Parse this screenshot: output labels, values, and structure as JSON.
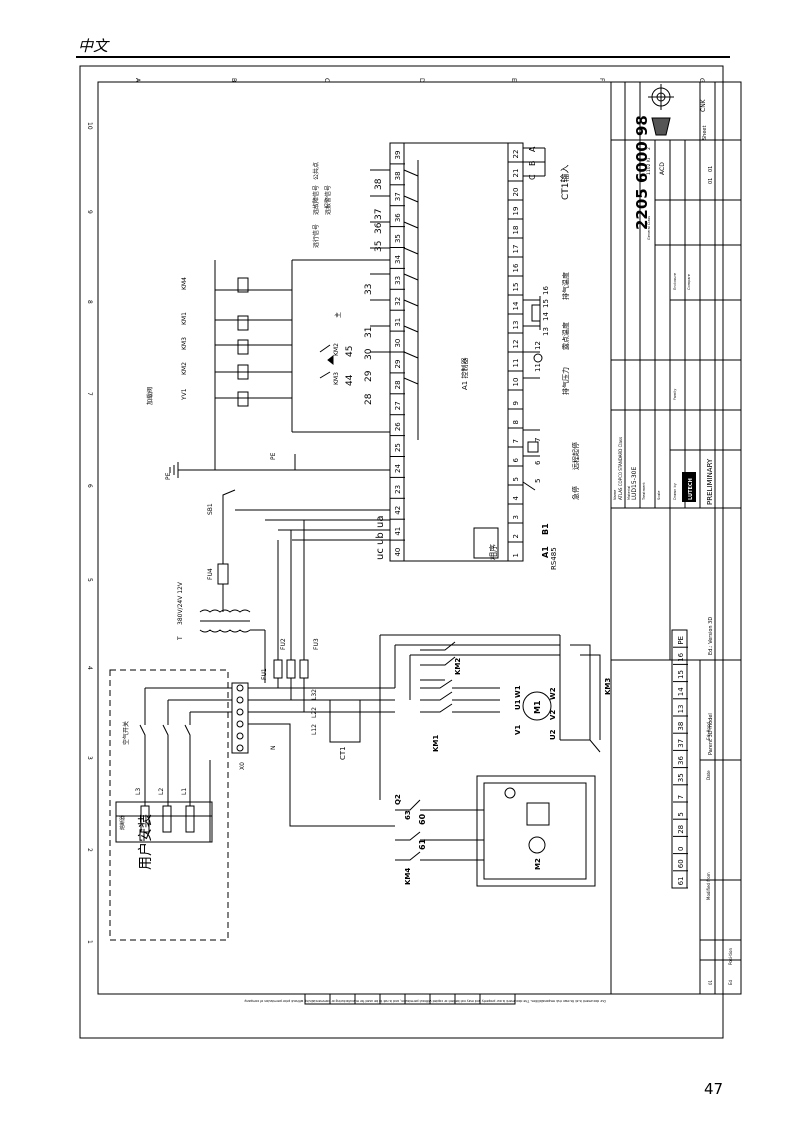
{
  "header": {
    "language": "中文"
  },
  "page": {
    "number": "47"
  },
  "grid": {
    "columns": [
      "A",
      "B",
      "C",
      "D",
      "E",
      "F",
      "G"
    ],
    "rows": [
      "10",
      "9",
      "8",
      "7",
      "6",
      "5",
      "4",
      "3",
      "2",
      "1"
    ]
  },
  "title_block": {
    "doc_number": "2205 6000 98",
    "model": "LUD15-30E",
    "preliminary": "PRELIMINARY",
    "standard": "ATLAS COPCO STANDARD Class",
    "brand": "LUTECH",
    "scale": "1102 Ki",
    "scale_value": "2",
    "doc_class": "ACD",
    "sheet_label": "Sheet",
    "sheet_value": "01",
    "sheet_total": "01",
    "drawing_owner": "CNK",
    "edition": "Ed.: Version 3D",
    "parent": "Parent 3D model",
    "date_label": "Date",
    "approved_label": "Ed: Appd.",
    "modified_label": "Modified from",
    "ed_label": "Ed",
    "pos_label": "Posi-tion",
    "ed_value": "01",
    "treatment": "Treatment",
    "material": "Material",
    "name_label": "Name",
    "scale_label": "Scale",
    "drawn_by": "Drawn by",
    "family": "Family",
    "general_class": "General Class",
    "enclosure": "Enclosure",
    "compare": "Compare",
    "conf_note": "Our document is at its own risk responsibilities. The document is our property and may not be lent or copied without permission, and is not to be used for manufacturing or commercialising without prior permission of company."
  },
  "terminals": {
    "row": [
      "40",
      "41",
      "42",
      "23",
      "24",
      "25",
      "26",
      "27",
      "28",
      "29",
      "30",
      "31",
      "32",
      "33",
      "34",
      "35",
      "36",
      "37",
      "38",
      "39"
    ],
    "row_bottom": [
      "1",
      "2",
      "3",
      "4",
      "5",
      "6",
      "7",
      "8",
      "9",
      "10",
      "11",
      "12",
      "13",
      "14",
      "15",
      "16",
      "17",
      "18",
      "19",
      "20",
      "21",
      "22"
    ],
    "strip": [
      "61",
      "60",
      "0",
      "28",
      "5",
      "7",
      "35",
      "36",
      "37",
      "38",
      "13",
      "14",
      "15",
      "16",
      "PE"
    ]
  },
  "labels": {
    "controller": "A1 控制器",
    "phase_seq": "相序",
    "rs485": "RS485",
    "a1": "A1",
    "b1": "B1",
    "ct1_input": "CT1输入",
    "phase_a": "A",
    "phase_b": "B",
    "phase_c": "C",
    "uc": "uc",
    "ub": "ub",
    "ua": "ua",
    "remote_run": "远行信号",
    "fault_signal": "远故障信号",
    "alarm_signal": "远报警信号",
    "common": "公共点",
    "estop": "急停",
    "remote_start": "远程起停",
    "exh_pressure": "排气压力",
    "dew_temp": "露点温度",
    "exh_temp": "排气温度",
    "load_valve": "加载阀",
    "main": "主",
    "pe": "PE",
    "user_install": "用户安装",
    "air_switch": "空气开关",
    "fuse_block": "熔断器",
    "transformer": "380V/24V 12V",
    "transformer_label": "T",
    "ct1": "CT1",
    "km1": "KM1",
    "km2": "KM2",
    "km3": "KM3",
    "km4": "KM4",
    "yv1": "YV1",
    "m1": "M1",
    "m2": "M2",
    "q2": "Q2",
    "sb1": "SB1",
    "fu1": "FU1",
    "fu2": "FU2",
    "fu3": "FU3",
    "fu4": "FU4",
    "x0": "X0",
    "l1": "L1",
    "l2": "L2",
    "l3": "L3",
    "l12": "L12",
    "l22": "L22",
    "l32": "L32",
    "n": "N",
    "u1": "U1",
    "v1": "V1",
    "w1": "W1",
    "u2": "U2",
    "v2": "V2",
    "w2": "W2",
    "num28": "28",
    "num29": "29",
    "num30": "30",
    "num31": "31",
    "num33": "33",
    "num35": "35",
    "num36": "36",
    "num37": "37",
    "num38": "38",
    "num44": "44",
    "num45": "45",
    "num60": "60",
    "num61": "61",
    "num63": "63",
    "num5": "5",
    "num6": "6",
    "num7": "7",
    "num11": "11",
    "num12": "12",
    "num13": "13",
    "num14": "14",
    "num15": "15",
    "num16": "16"
  }
}
